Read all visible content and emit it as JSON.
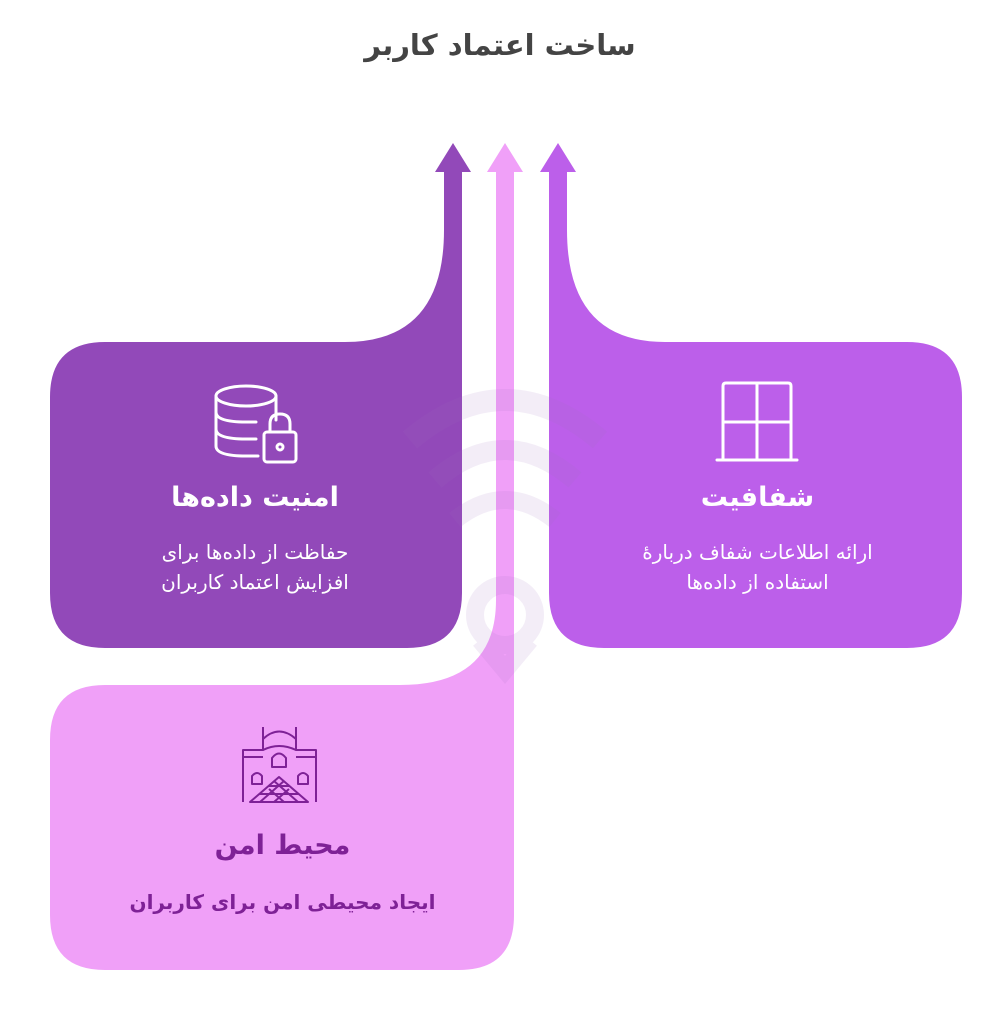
{
  "title": "ساخت اعتماد کاربر",
  "colors": {
    "security": "#9249B9",
    "transparency": "#BC5FEA",
    "environment": "#F0A0F8",
    "environment_text": "#7E2196",
    "light_text": "#ffffff",
    "title_text": "#444444"
  },
  "cards": [
    {
      "id": "data-security",
      "icon": "database-lock-icon",
      "title": "امنیت داده‌ها",
      "description_lines": [
        "حفاظت از داده‌ها برای",
        "افزایش اعتماد کاربران"
      ]
    },
    {
      "id": "transparency",
      "icon": "window-icon",
      "title": "شفافیت",
      "description_lines": [
        "ارائه اطلاعات شفاف دربارهٔ",
        "استفاده از داده‌ها"
      ]
    },
    {
      "id": "secure-environment",
      "icon": "palace-pyramid-icon",
      "title": "محیط امن",
      "description_lines": [
        "ایجاد محیطی امن برای کاربران"
      ]
    }
  ]
}
